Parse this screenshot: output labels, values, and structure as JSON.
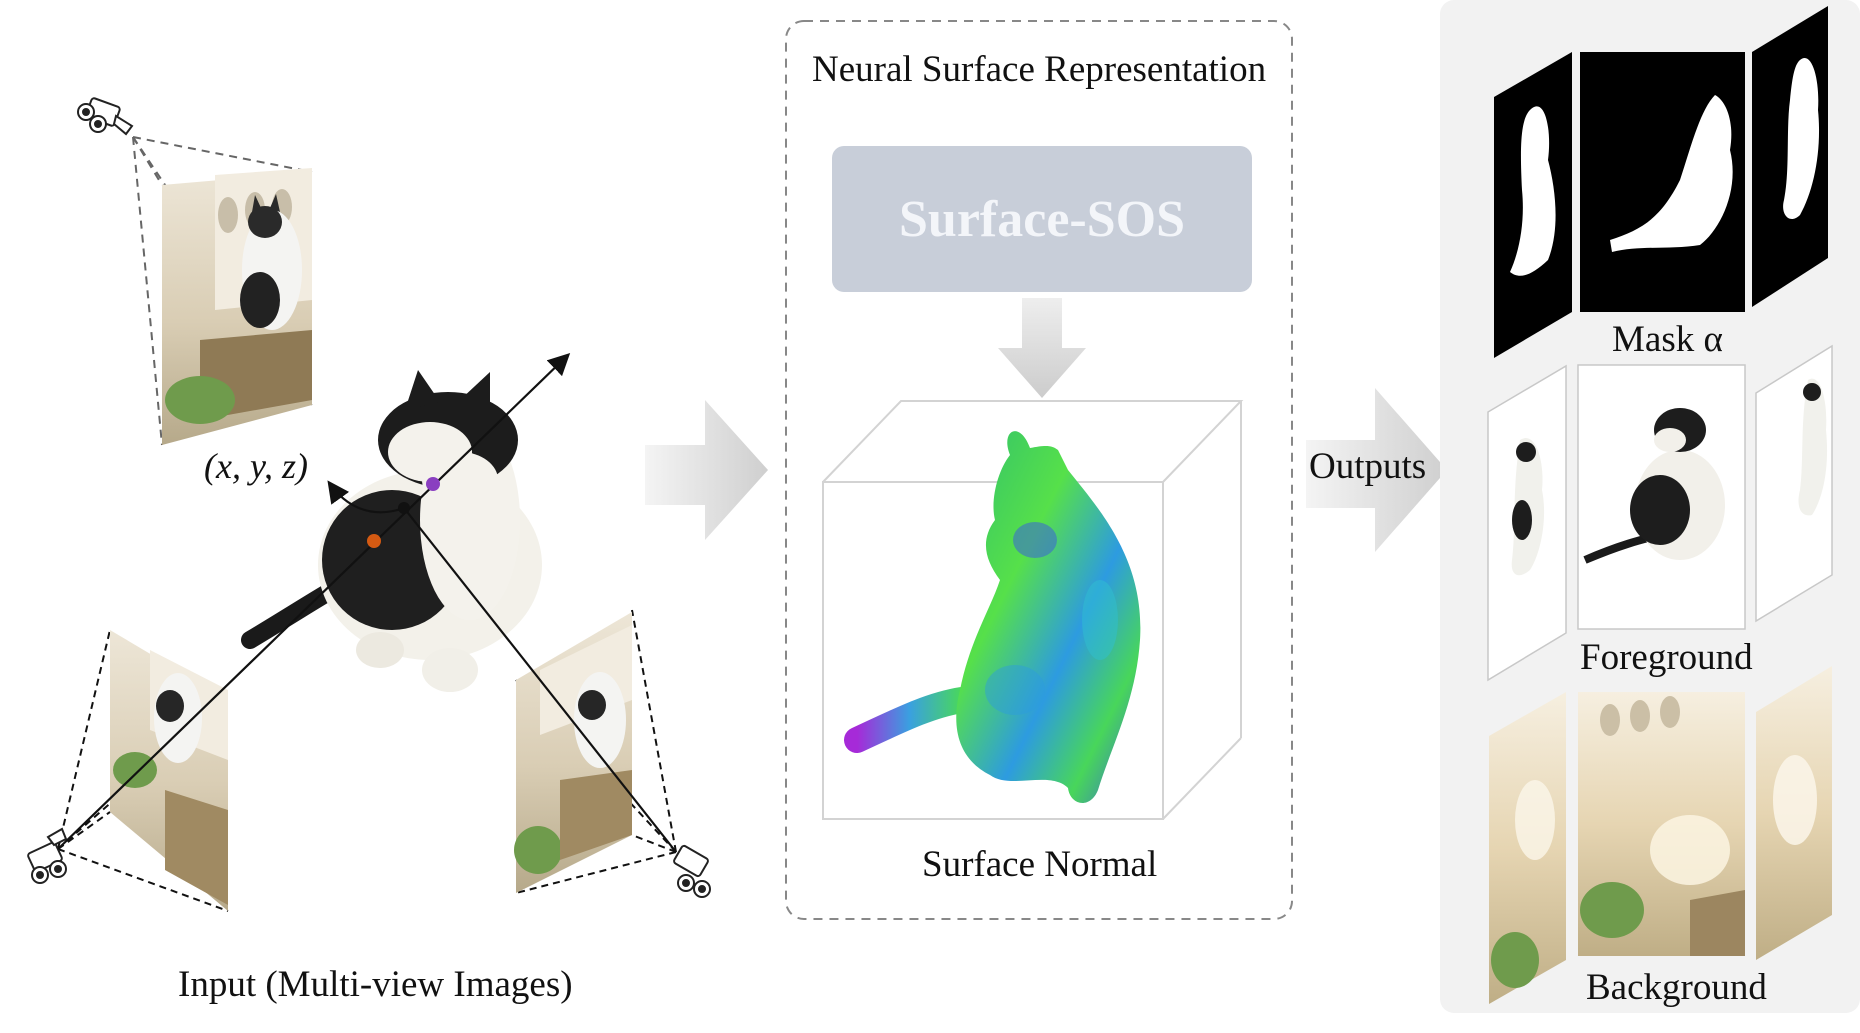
{
  "input": {
    "caption": "Input (Multi-view Images)",
    "coord_label": "(x, y, z)"
  },
  "neural_panel": {
    "title": "Neural Surface Representation",
    "module_label": "Surface-SOS",
    "output_caption": "Surface Normal"
  },
  "outputs": {
    "label": "Outputs",
    "groups": [
      {
        "caption": "Mask α"
      },
      {
        "caption": "Foreground"
      },
      {
        "caption": "Background"
      }
    ]
  },
  "colors": {
    "module_box": "#c8ced9",
    "panel_border": "#888888",
    "outputs_bg": "#f2f2f2",
    "big_arrow": "#d9d9d9",
    "point_orange": "#d45a12",
    "point_purple": "#8a3fc0",
    "cat_black": "#1a1a1a",
    "normal_green": "#3ed15a",
    "normal_blue": "#3a63d8",
    "normal_purple": "#8a2fd0"
  },
  "icons": [
    "camera-icon"
  ]
}
